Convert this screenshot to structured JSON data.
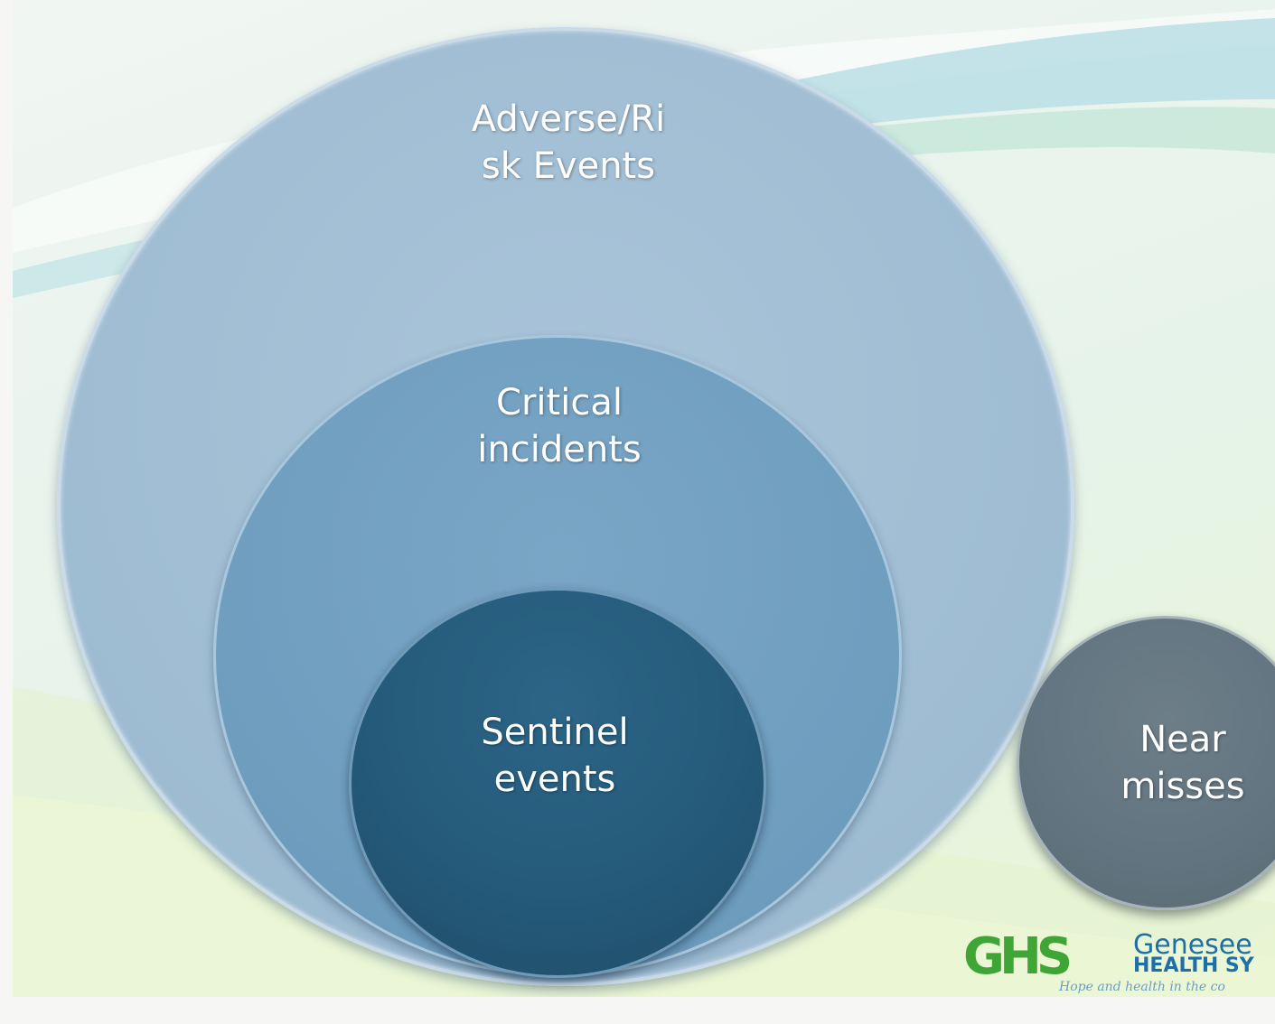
{
  "diagram": {
    "circles": [
      {
        "id": "outer",
        "label": "Adverse/Ri\nsk Events"
      },
      {
        "id": "mid",
        "label": "Critical\nincidents"
      },
      {
        "id": "inner",
        "label": "Sentinel\nevents"
      },
      {
        "id": "near",
        "label": "Near\nmisses"
      }
    ]
  },
  "logo": {
    "mark": "GHS",
    "name_line1": "Genesee",
    "name_line2": "HEALTH SY",
    "tagline": "Hope and health in the co"
  }
}
